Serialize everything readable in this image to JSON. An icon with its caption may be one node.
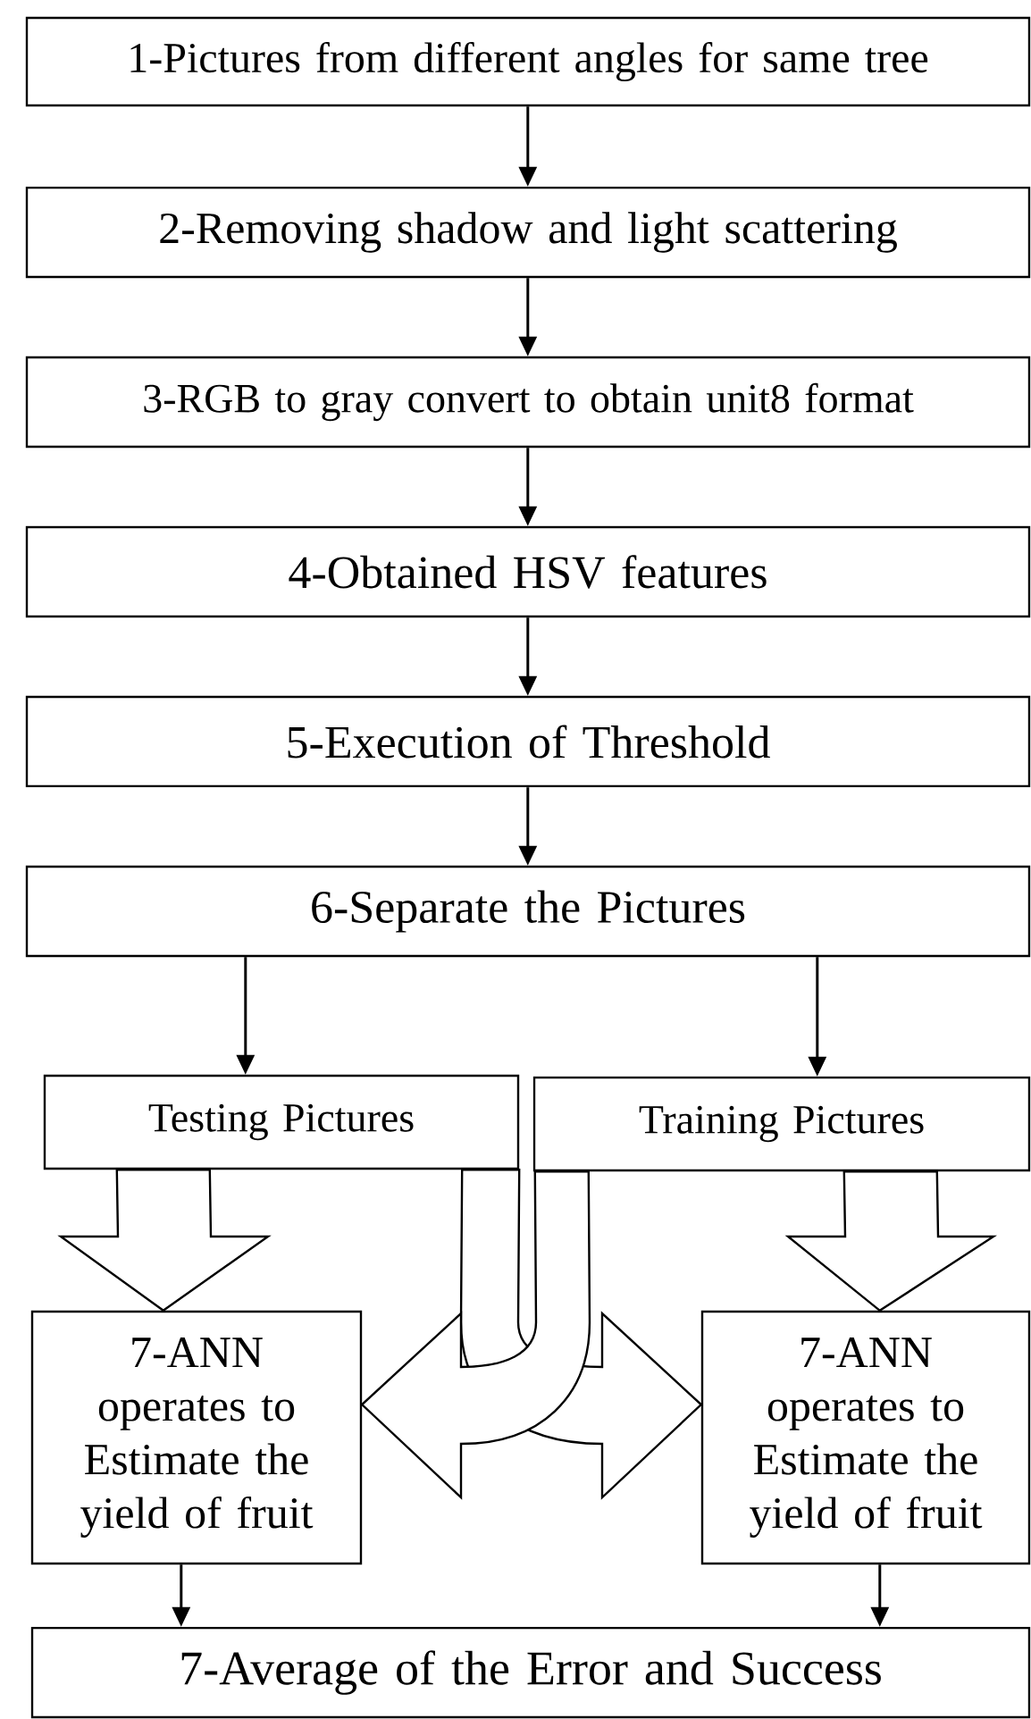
{
  "diagram": {
    "nodes": [
      {
        "text": [
          "1-Pictures from different angles for same tree"
        ]
      },
      {
        "text": [
          "2-Removing shadow and light scattering"
        ]
      },
      {
        "text": [
          "3-RGB to gray convert to obtain unit8 format"
        ]
      },
      {
        "text": [
          "4-Obtained HSV features"
        ]
      },
      {
        "text": [
          "5-Execution of Threshold"
        ]
      },
      {
        "text": [
          "6-Separate the Pictures"
        ]
      },
      {
        "text": [
          "Testing Pictures"
        ]
      },
      {
        "text": [
          "Training Pictures"
        ]
      },
      {
        "text": [
          "7-ANN operates to Estimate the yield of fruit"
        ]
      },
      {
        "text": [
          "7-ANN operates to Estimate the yield of fruit"
        ]
      },
      {
        "text": [
          "7-Average of the Error and Success"
        ]
      }
    ],
    "edges": [
      {
        "from": 0,
        "to": 1,
        "arrow": "to"
      },
      {
        "from": 1,
        "to": 2,
        "arrow": "to"
      },
      {
        "from": 2,
        "to": 3,
        "arrow": "to"
      },
      {
        "from": 3,
        "to": 4,
        "arrow": "to"
      },
      {
        "from": 4,
        "to": 5,
        "arrow": "to"
      },
      {
        "from": 5,
        "to": 6,
        "arrow": "to"
      },
      {
        "from": 5,
        "to": 7,
        "arrow": "to"
      },
      {
        "from": 6,
        "to": 8,
        "arrow": "to",
        "style": "thick"
      },
      {
        "from": 7,
        "to": 9,
        "arrow": "to",
        "style": "thick"
      },
      {
        "from": 6,
        "to": 9,
        "arrow": "to",
        "style": "thick"
      },
      {
        "from": 7,
        "to": 8,
        "arrow": "to",
        "style": "thick"
      },
      {
        "from": 8,
        "to": 10,
        "arrow": "to"
      },
      {
        "from": 9,
        "to": 10,
        "arrow": "to"
      }
    ]
  }
}
